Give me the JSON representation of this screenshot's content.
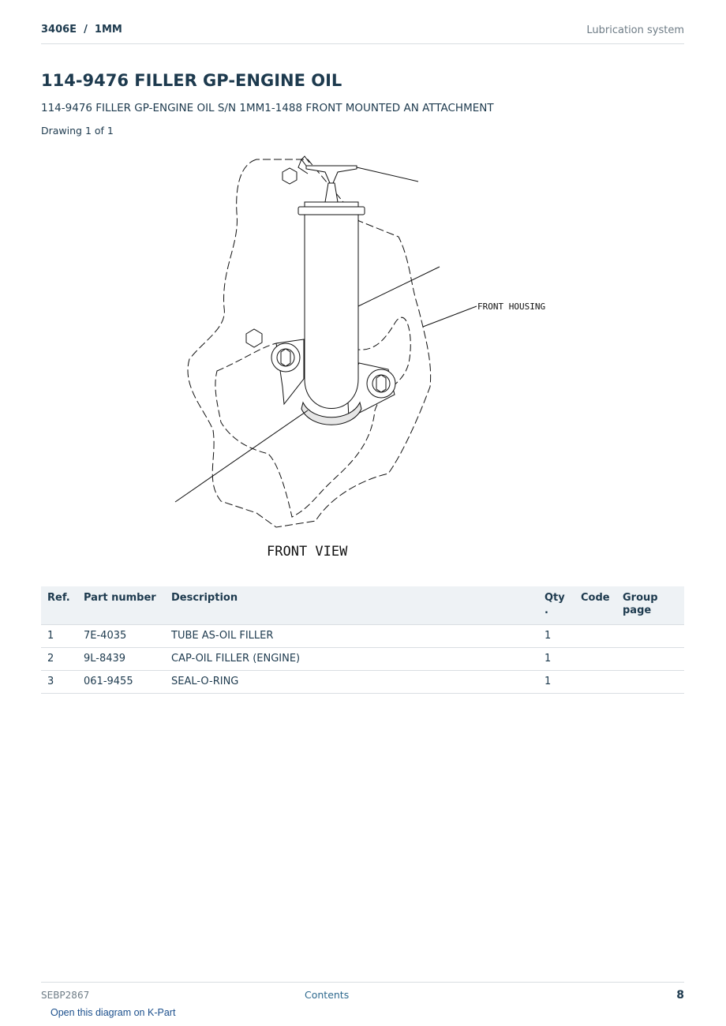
{
  "header": {
    "model": "3406E  /  1MM",
    "section": "Lubrication system"
  },
  "title": "114-9476 FILLER GP-ENGINE OIL",
  "subtitle": "114-9476 FILLER GP-ENGINE OIL S/N 1MM1-1488 FRONT MOUNTED AN ATTACHMENT",
  "drawing_count": "Drawing 1 of 1",
  "diagram": {
    "label_housing": "FRONT HOUSING",
    "label_view": "FRONT VIEW"
  },
  "table": {
    "headers": [
      "Ref.",
      "Part number",
      "Description",
      "Qty\n.",
      "Code",
      "Group\npage"
    ],
    "rows": [
      {
        "ref": "1",
        "part": "7E-4035",
        "desc": "TUBE AS-OIL FILLER",
        "qty": "1",
        "code": "",
        "group": ""
      },
      {
        "ref": "2",
        "part": "9L-8439",
        "desc": "CAP-OIL FILLER (ENGINE)",
        "qty": "1",
        "code": "",
        "group": ""
      },
      {
        "ref": "3",
        "part": "061-9455",
        "desc": "SEAL-O-RING",
        "qty": "1",
        "code": "",
        "group": ""
      }
    ]
  },
  "footer": {
    "doc_id": "SEBP2867",
    "contents": "Contents",
    "page": "8",
    "kpart_link": "Open this diagram on K-Part"
  }
}
